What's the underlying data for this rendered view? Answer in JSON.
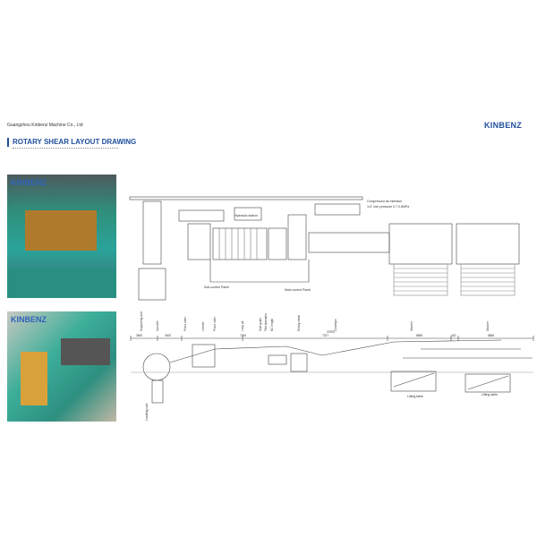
{
  "header": {
    "company": "Guangzhou Kinbenz Machine Co., Ltd",
    "logo": "KINBENZ",
    "title": "ROTARY SHEAR LAYOUT DRAWING"
  },
  "photos": [
    {
      "logo": "KINBENZ"
    },
    {
      "logo": "KINBENZ"
    }
  ],
  "plan": {
    "compressed_air": "Compressed air interface",
    "pressure": "1/4\" inch pressure 0.7-0.8MPa",
    "hydraulic": "Hydraulic station",
    "sub_panel": "Sub-control Panel",
    "main_panel": "Main control Panel"
  },
  "elevation": {
    "labels": [
      "Supporting arm",
      "Uncoiler",
      "Pinch roller",
      "Leveler",
      "Pinch roller",
      "Loop pit",
      "Side guide",
      "Film laminator",
      "NC length",
      "Rotary shear",
      "Conveyor",
      "Stacker",
      "Stacker"
    ],
    "dims": [
      "3500",
      "3400",
      "7000",
      "7327",
      "8856",
      "420",
      "8856"
    ],
    "total": "37900",
    "loading_cart": "Loading cart",
    "lifting_tables": [
      "Lifting table",
      "Lifting table"
    ]
  },
  "colors": {
    "brand": "#1f4f9c"
  }
}
